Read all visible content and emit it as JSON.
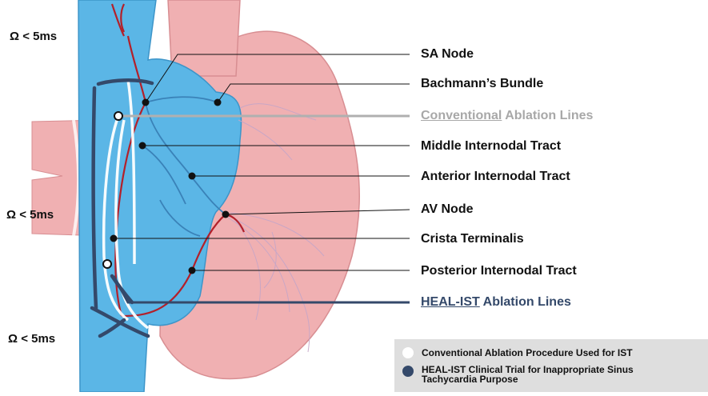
{
  "measurements": {
    "top": "Ω < 5ms",
    "middle": "Ω < 5ms",
    "bottom": "Ω < 5ms"
  },
  "labels": {
    "sa_node": "SA Node",
    "bachmann": "Bachmann’s Bundle",
    "conventional_underlined": "Conventional",
    "conventional_rest": " Ablation Lines",
    "middle_internodal": "Middle Internodal Tract",
    "anterior_internodal": "Anterior Internodal Tract",
    "av_node": "AV Node",
    "crista": "Crista Terminalis",
    "posterior_internodal": "Posterior Internodal Tract",
    "heal_underlined": "HEAL-IST",
    "heal_rest": " Ablation Lines"
  },
  "legend": {
    "items": [
      {
        "text": "Conventional Ablation Procedure Used for IST",
        "color": "#ffffff"
      },
      {
        "text": "HEAL-IST Clinical Trial for Inappropriate Sinus Tachycardia Purpose",
        "color": "#34496a"
      }
    ]
  },
  "colors": {
    "atrium": "#5bb6e6",
    "ventricle": "#f0b0b2",
    "nerve_red": "#b3202a",
    "heal_line": "#34496a",
    "conventional_line": "#b0b0b0"
  }
}
